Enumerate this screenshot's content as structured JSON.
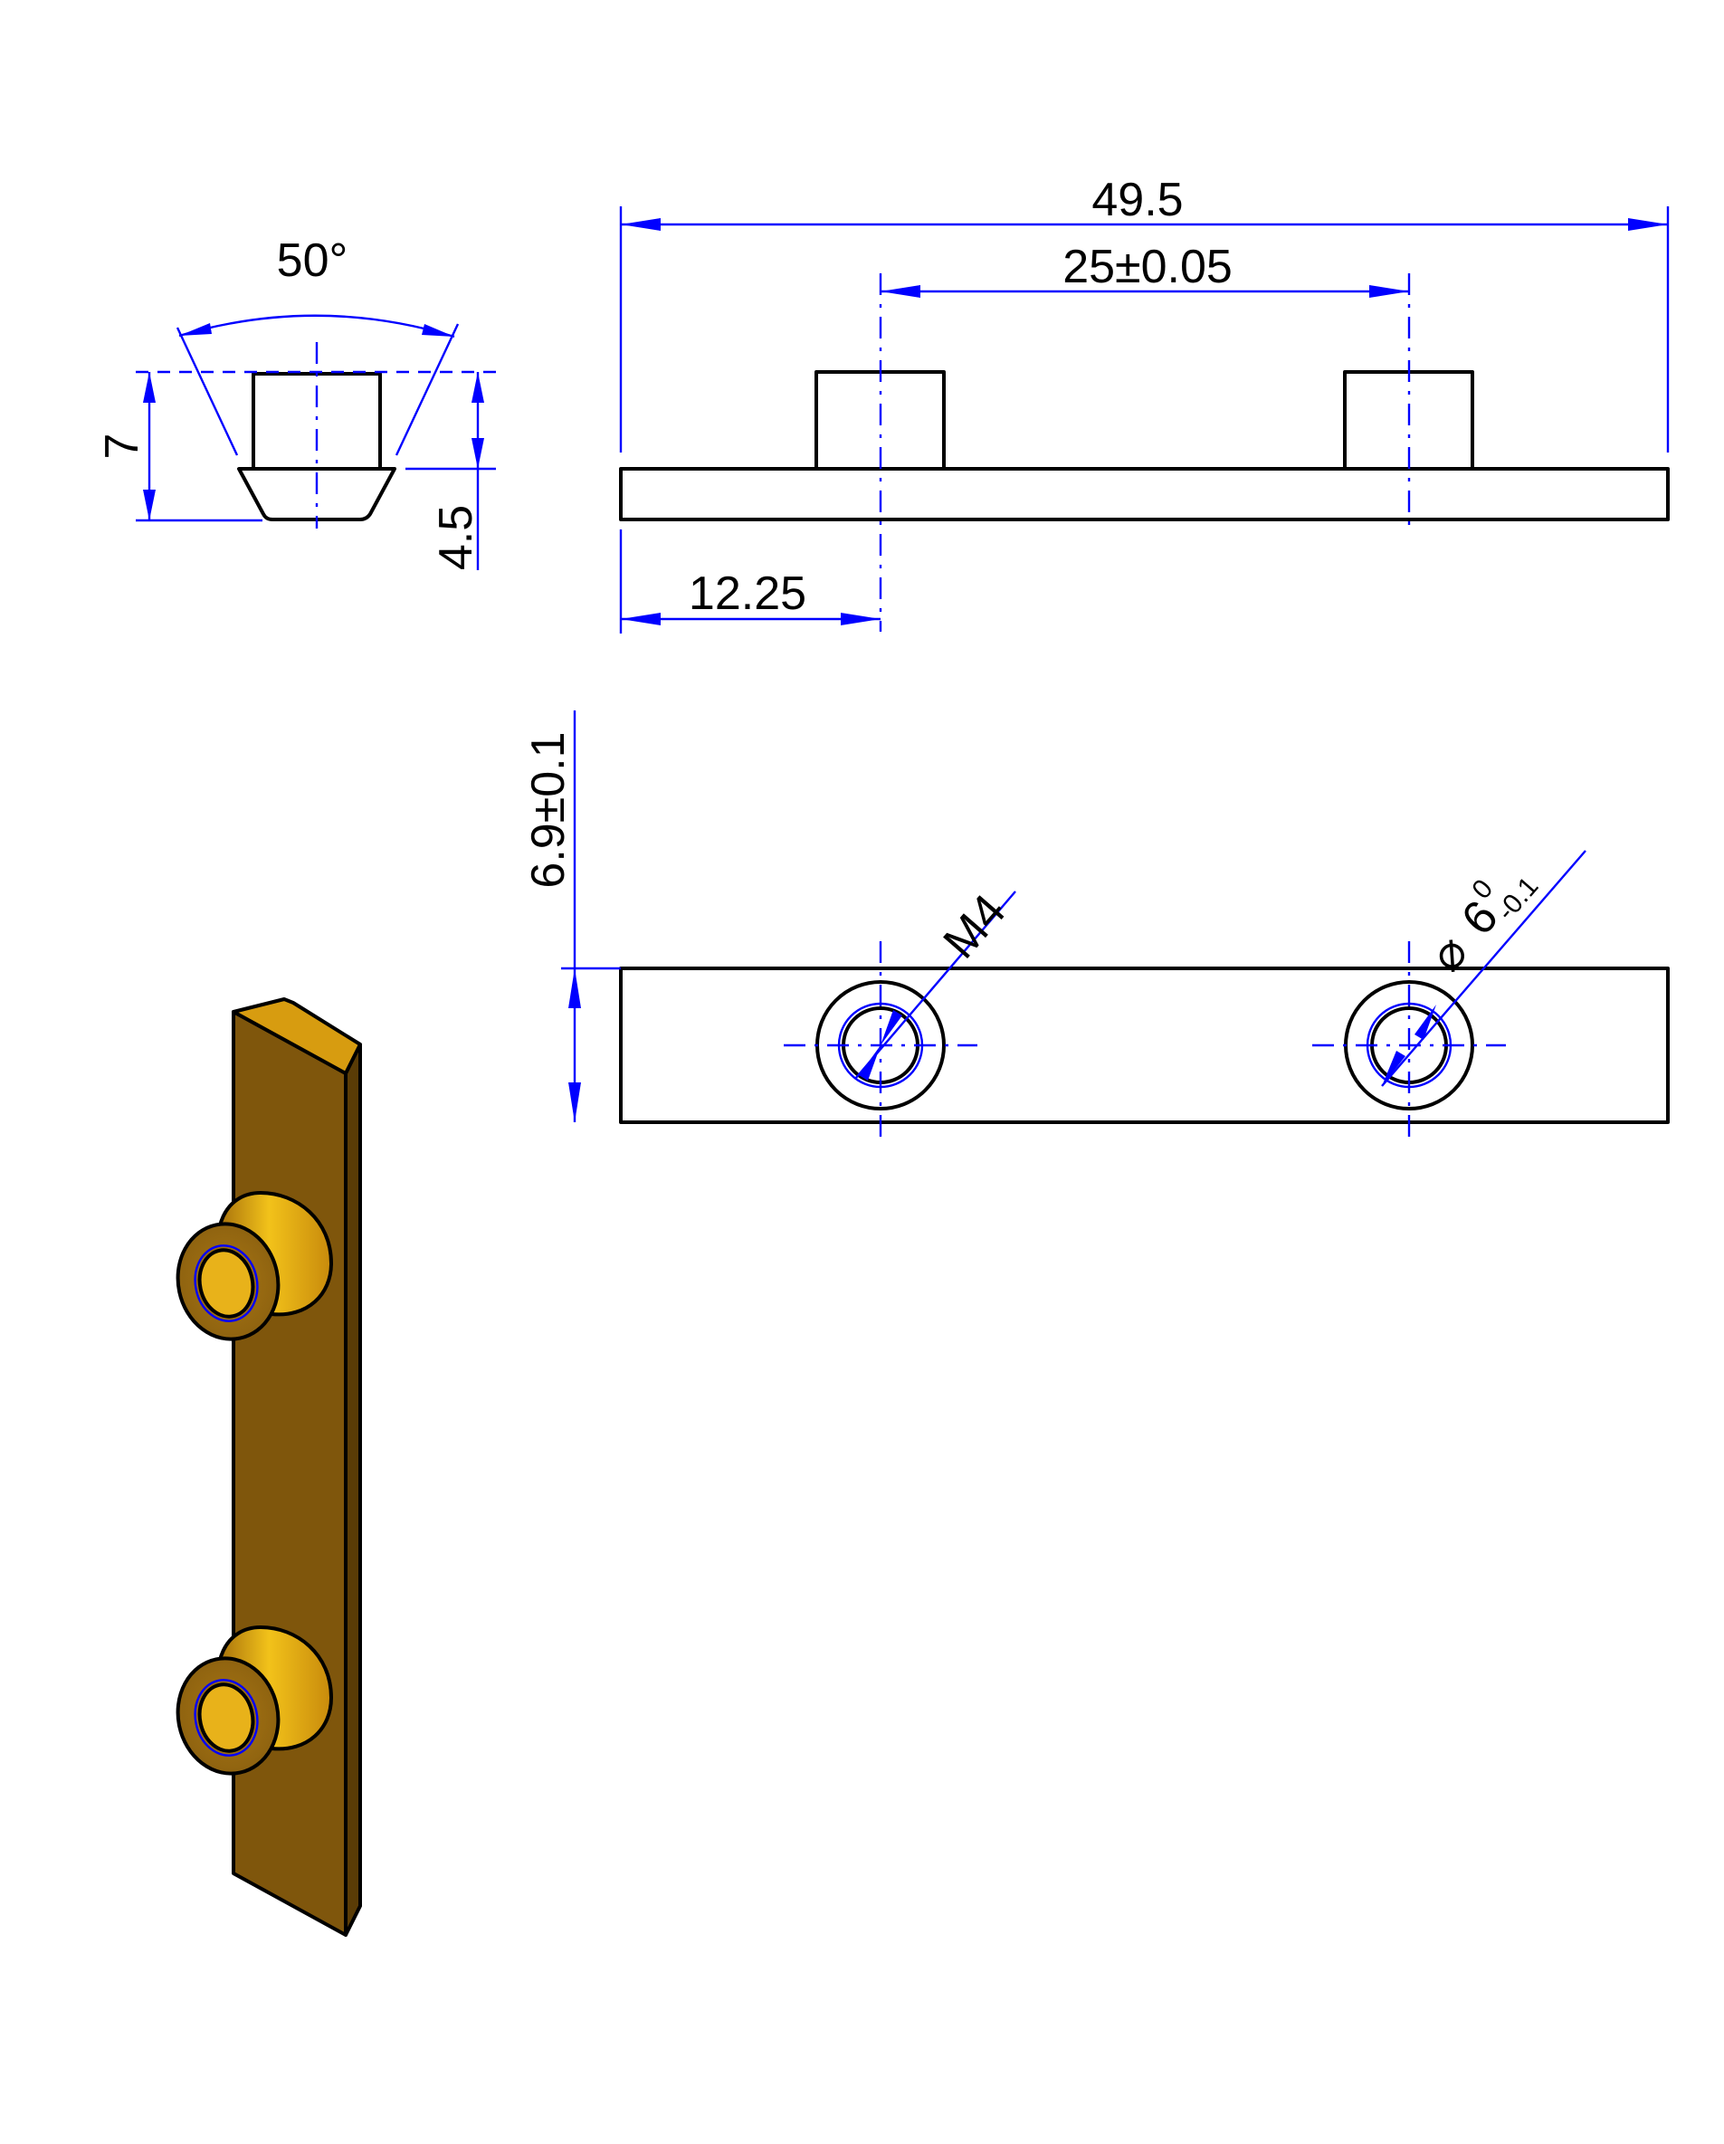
{
  "dimensions": {
    "angle": "50°",
    "height_total": "7",
    "height_upper": "4.5",
    "length": "49.5",
    "hole_spacing": "25±0.05",
    "first_hole_offset": "12.25",
    "width": "6.9±0.1",
    "thread_callout": "M4",
    "diameter_symbol": "⌀",
    "diameter_value": "6",
    "diameter_upper_tol": "0",
    "diameter_lower_tol": "-0.1"
  },
  "colors": {
    "dimension_lines": "#0000ff",
    "object_lines": "#000000",
    "part_body": "#7f560c",
    "part_top_face": "#d79c10",
    "boss_gold": "#e0a414"
  }
}
